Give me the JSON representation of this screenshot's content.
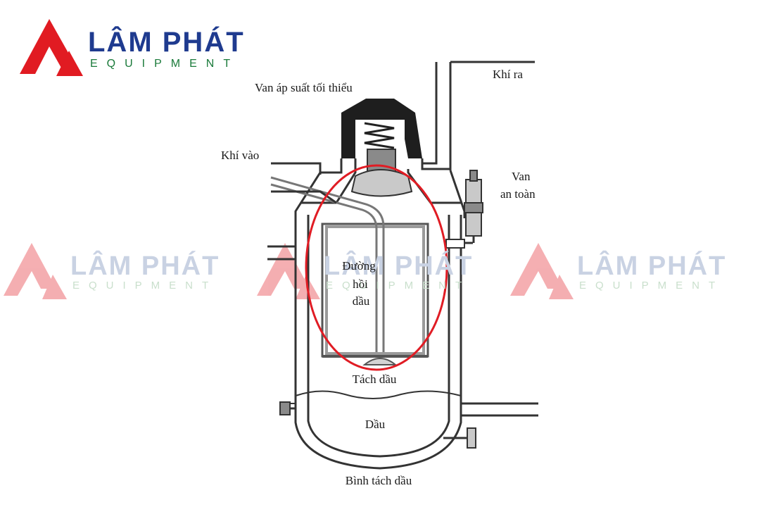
{
  "brand": {
    "name": "LÂM PHÁT",
    "subtitle": "EQUIPMENT",
    "colors": {
      "name": "#1f3b8f",
      "subtitle": "#1a7a3a",
      "mark": "#e11b22"
    }
  },
  "watermark": {
    "name": "LÂM PHÁT",
    "subtitle": "EQUIPMENT",
    "colors": {
      "name": "#c9d2e3",
      "subtitle": "#c9dfcc",
      "mark": "#f6c9cb"
    }
  },
  "labels": {
    "min_pressure_valve": "Van áp suất tối thiểu",
    "air_out": "Khí ra",
    "air_in": "Khí vào",
    "safety_valve_line1": "Van",
    "safety_valve_line2": "an toàn",
    "oil_return_line1": "Đường",
    "oil_return_line2": "hồi",
    "oil_return_line3": "dầu",
    "oil_separator_element": "Tách dầu",
    "oil": "Dầu",
    "tank": "Bình tách dầu"
  },
  "colors": {
    "outline": "#333333",
    "wall_fill": "#ffffff",
    "part_fill": "#d4d4d4",
    "valve_fill": "#8a8a8a",
    "highlight": "#e01c24"
  }
}
